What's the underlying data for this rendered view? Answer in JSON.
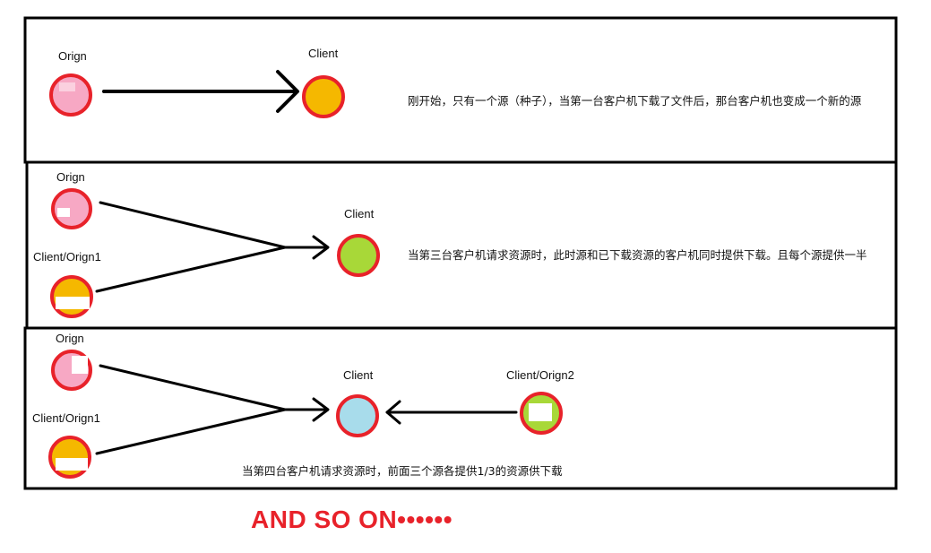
{
  "panel1": {
    "origin_label": "Orign",
    "client_label": "Client",
    "description": "刚开始，只有一个源（种子），当第一台客户机下载了文件后，那台客户机也变成一个新的源"
  },
  "panel2": {
    "origin_label": "Orign",
    "client_origin1_label": "Client/Orign1",
    "client_label": "Client",
    "description": "当第三台客户机请求资源时，此时源和已下载资源的客户机同时提供下载。且每个源提供一半"
  },
  "panel3": {
    "origin_label": "Orign",
    "client_origin1_label": "Client/Orign1",
    "client_label": "Client",
    "client_origin2_label": "Client/Orign2",
    "description": "当第四台客户机请求资源时，前面三个源各提供1/3的资源供下载"
  },
  "footer": {
    "text": "AND SO ON••••••"
  },
  "colors": {
    "ring": "#e8222a",
    "origin_fill": "#f7a8c4",
    "client1_fill": "#f5b800",
    "client2_fill": "#a8d838",
    "client3_fill": "#a8dceb",
    "footer": "#e8222a",
    "line": "#000000"
  }
}
